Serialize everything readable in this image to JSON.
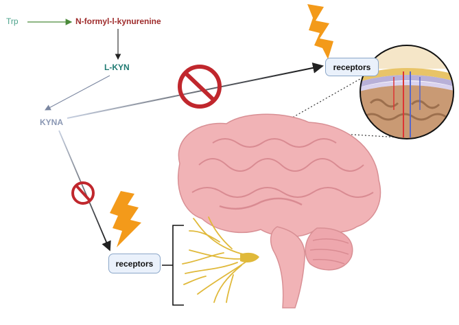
{
  "pathway": {
    "trp": "Trp",
    "nfk": "N-formyl-l-kynurenine",
    "lkyn": "L-KYN",
    "kyna": "KYNA"
  },
  "receptors_top": "receptors",
  "receptors_bottom": "receptors",
  "colors": {
    "trp": "#4aa28a",
    "nfk": "#9e2b2b",
    "lkyn": "#1f7a72",
    "kyna": "#8a97b3",
    "inhibit": "#c0272d",
    "bolt": "#f39a1a",
    "brain": "#f1b3b6",
    "nerve": "#e0b93a"
  },
  "icons": [
    "inhibition-icon",
    "lightning-bolt-icon",
    "brain-illustration",
    "meninges-inset",
    "trigeminal-nerve"
  ]
}
